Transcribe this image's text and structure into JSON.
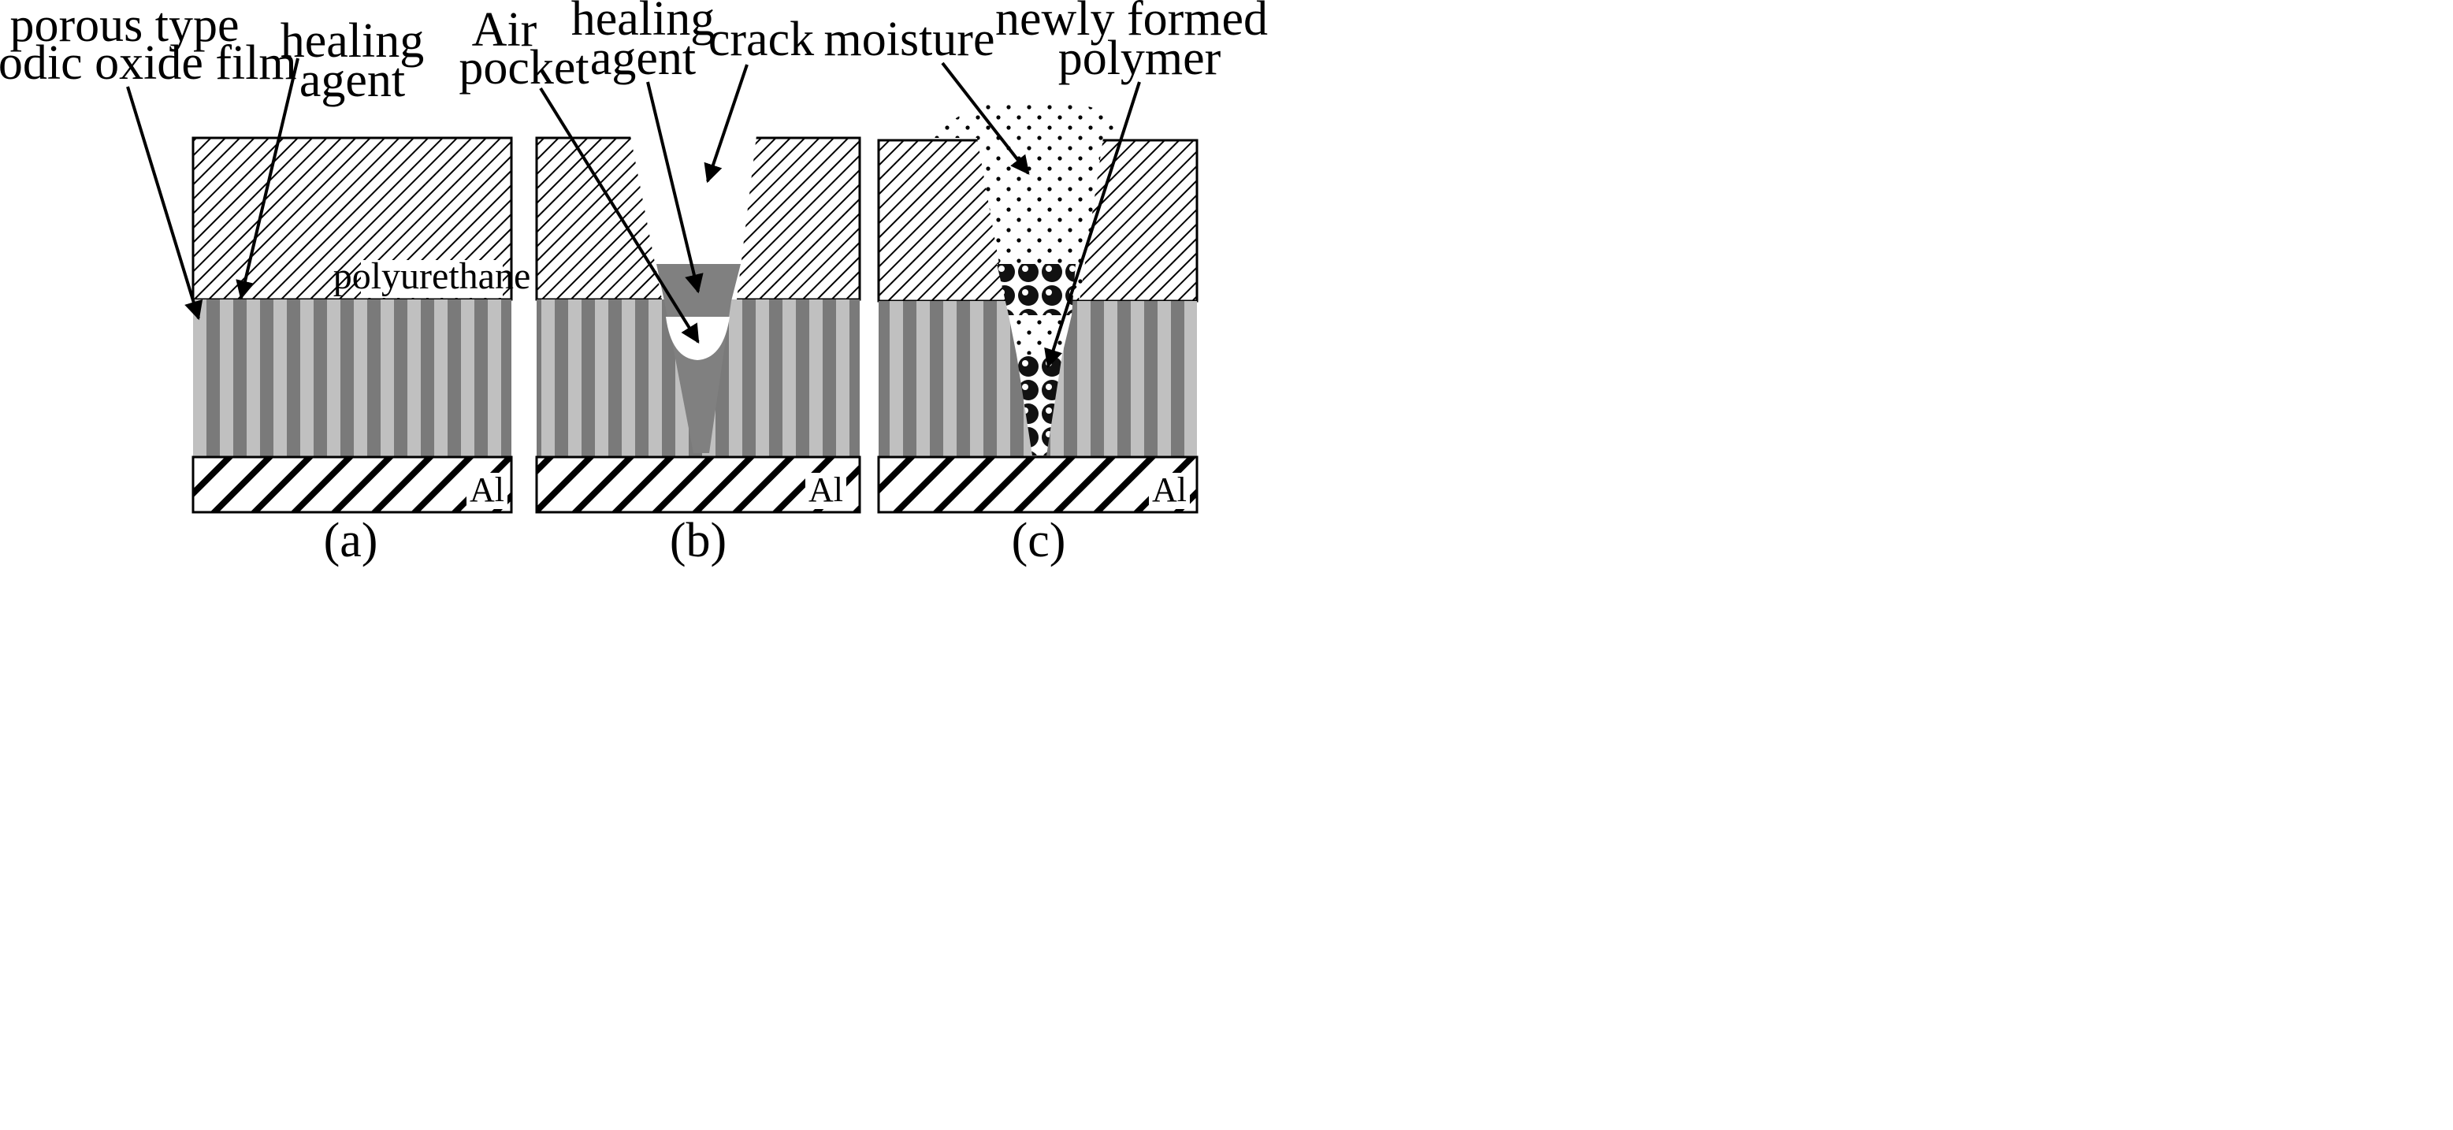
{
  "labels": {
    "porous_line1": "porous type",
    "porous_line2": "anodic oxide film",
    "healing_a_line1": "healing",
    "healing_a_line2": "agent",
    "air_line1": "Air",
    "air_line2": "pocket",
    "healing_b_line1": "healing",
    "healing_b_line2": "agent",
    "crack": "crack",
    "moisture": "moisture",
    "newly_line1": "newly formed",
    "newly_line2": "polymer",
    "polyurethane": "polyurethane",
    "al_a": "Al",
    "al_b": "Al",
    "al_c": "Al"
  },
  "captions": {
    "a": "(a)",
    "b": "(b)",
    "c": "(c)"
  },
  "colors": {
    "oxide_light": "#c0c0c0",
    "oxide_dark": "#7a7a7a",
    "healing_agent": "#808080",
    "hatch": "#000000"
  }
}
